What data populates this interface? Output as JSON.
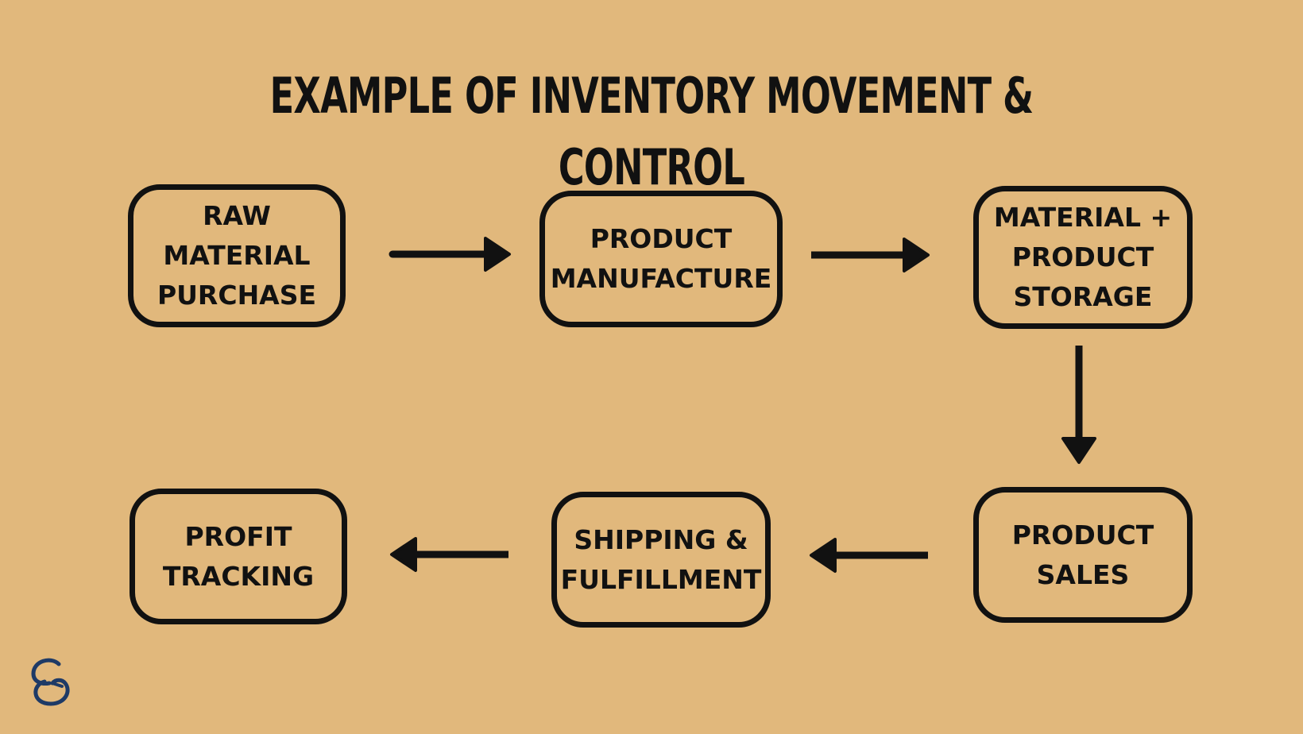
{
  "colors": {
    "background": "#E1B87C",
    "stroke": "#111111",
    "logo": "#1E3A66"
  },
  "title": "EXAMPLE OF INVENTORY MOVEMENT & CONTROL",
  "steps": [
    {
      "label": "RAW\nMATERIAL\nPURCHASE"
    },
    {
      "label": "PRODUCT\nMANUFACTURE"
    },
    {
      "label": "MATERIAL +\nPRODUCT\nSTORAGE"
    },
    {
      "label": "PRODUCT\nSALES"
    },
    {
      "label": "SHIPPING &\nFULFILLMENT"
    },
    {
      "label": "PROFIT\nTRACKING"
    }
  ],
  "arrows": [
    {
      "from": "RAW MATERIAL PURCHASE",
      "to": "PRODUCT MANUFACTURE",
      "icon": "arrow-right-icon"
    },
    {
      "from": "PRODUCT MANUFACTURE",
      "to": "MATERIAL + PRODUCT STORAGE",
      "icon": "arrow-right-icon"
    },
    {
      "from": "MATERIAL + PRODUCT STORAGE",
      "to": "PRODUCT SALES",
      "icon": "arrow-down-icon"
    },
    {
      "from": "PRODUCT SALES",
      "to": "SHIPPING & FULFILLMENT",
      "icon": "arrow-left-icon"
    },
    {
      "from": "SHIPPING & FULFILLMENT",
      "to": "PROFIT TRACKING",
      "icon": "arrow-left-icon"
    }
  ],
  "logo": {
    "icon": "brand-logo-icon",
    "text": "CG"
  }
}
